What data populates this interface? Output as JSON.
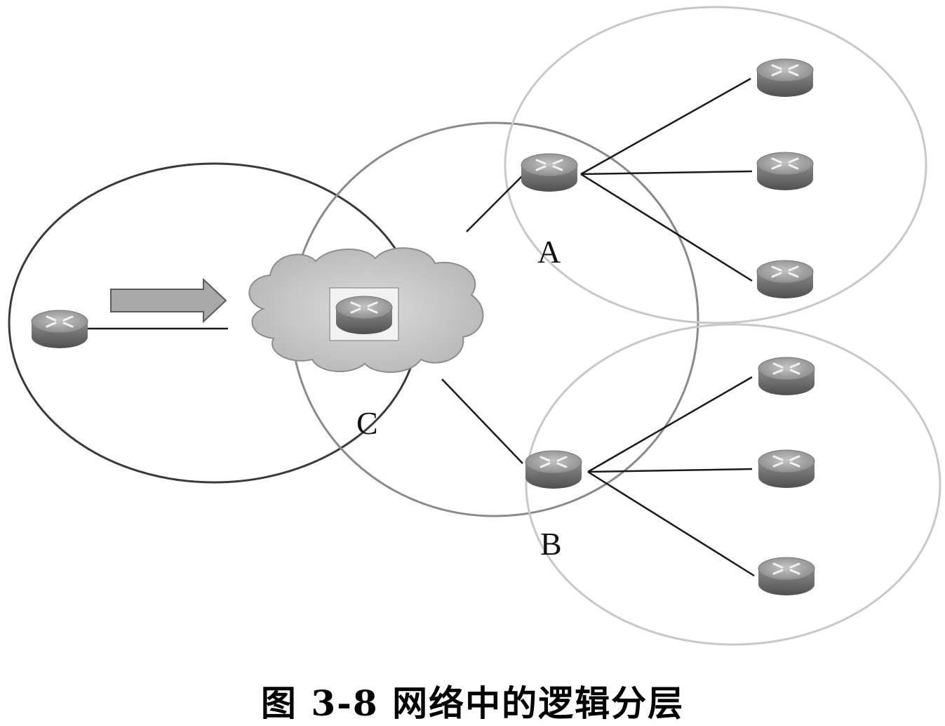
{
  "diagram": {
    "labels": {
      "a": "A",
      "b": "B",
      "c": "C"
    },
    "caption": "图 3-8 网络中的逻辑分层",
    "colors": {
      "ring_dark": "#3a3a3a",
      "ring_mid": "#8a8a8a",
      "ring_light": "#c8c8c8",
      "link": "#1a1a1a",
      "router_top": "#9a9a9a",
      "router_body": "#6e6e6e",
      "cloud_fill": "#c9c9c9",
      "arrow_fill": "#a8a8a8"
    },
    "icons": [
      "router-icon",
      "cloud-icon",
      "arrow-icon"
    ]
  }
}
